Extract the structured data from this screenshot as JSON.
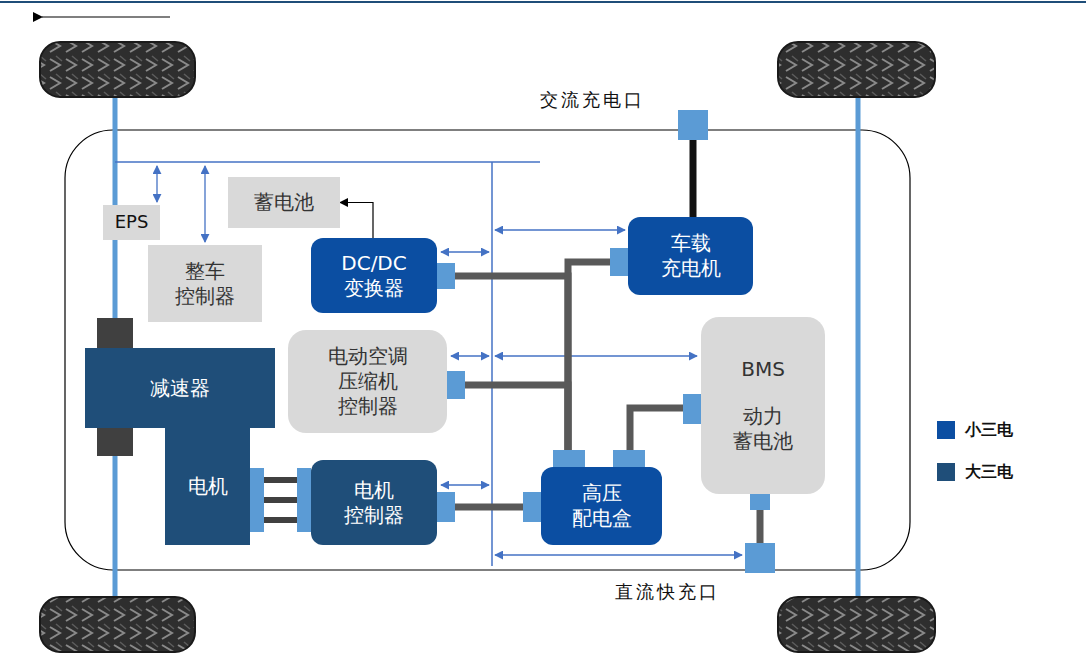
{
  "diagram": {
    "nodes": [
      {
        "text": [
          "交流充电口"
        ]
      },
      {
        "text": [
          "EPS"
        ]
      },
      {
        "text": [
          "蓄电池"
        ]
      },
      {
        "text": [
          "整车 控制器"
        ]
      },
      {
        "text": [
          "DC/DC 变换器"
        ]
      },
      {
        "text": [
          "车载 充电机"
        ]
      },
      {
        "text": [
          "减速器"
        ]
      },
      {
        "text": [
          "电动空调 压缩机 控制器"
        ]
      },
      {
        "text": [
          "BMS",
          "动力 蓄电池"
        ]
      },
      {
        "text": [
          "电机"
        ]
      },
      {
        "text": [
          "电机 控制器"
        ]
      },
      {
        "text": [
          "高压 配电盒"
        ]
      },
      {
        "text": [
          "直流快充口"
        ]
      }
    ],
    "edges": [
      {
        "from": 0,
        "to": 5,
        "arrow": "none"
      },
      {
        "from": 4,
        "to": 2,
        "arrow": "to"
      },
      {
        "from": 4,
        "to": 11,
        "arrow": "none"
      },
      {
        "from": 5,
        "to": 11,
        "arrow": "none"
      },
      {
        "from": 7,
        "to": 11,
        "arrow": "none"
      },
      {
        "from": 11,
        "to": 8,
        "arrow": "none"
      },
      {
        "from": 9,
        "to": 10,
        "arrow": "none"
      },
      {
        "from": 10,
        "to": 11,
        "arrow": "none"
      },
      {
        "from": 8,
        "to": 12,
        "arrow": "none"
      }
    ],
    "legend": [
      {
        "text": "小三电",
        "color": "#0B4EA2"
      },
      {
        "text": "大三电",
        "color": "#1F4E79"
      }
    ]
  }
}
